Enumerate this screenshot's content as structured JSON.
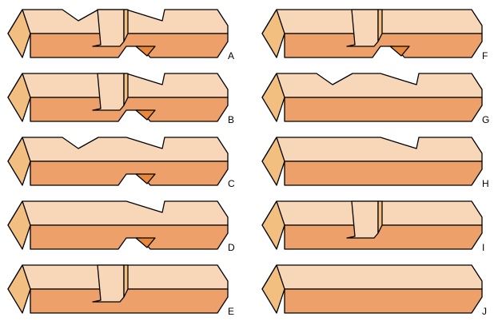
{
  "colors": {
    "top": "#f7d7b8",
    "front": "#eda06a",
    "end": "#f2bf80",
    "cut": "#e8883a",
    "outline": "#000000"
  },
  "bars": [
    {
      "label": "A",
      "features": [
        "top-notch-left",
        "top-notch-right",
        "vertical-slot",
        "bottom-notch"
      ]
    },
    {
      "label": "B",
      "features": [
        "top-notch-right",
        "vertical-slot",
        "bottom-notch"
      ]
    },
    {
      "label": "C",
      "features": [
        "top-notch-left",
        "top-notch-right",
        "bottom-notch"
      ]
    },
    {
      "label": "D",
      "features": [
        "top-notch-right",
        "bottom-notch"
      ]
    },
    {
      "label": "E",
      "features": [
        "vertical-slot"
      ]
    },
    {
      "label": "F",
      "features": [
        "vertical-slot",
        "bottom-notch"
      ]
    },
    {
      "label": "G",
      "features": [
        "top-notch-left",
        "top-notch-right"
      ]
    },
    {
      "label": "H",
      "features": [
        "top-notch-right"
      ]
    },
    {
      "label": "I",
      "features": [
        "vertical-slot"
      ]
    },
    {
      "label": "J",
      "features": []
    }
  ]
}
